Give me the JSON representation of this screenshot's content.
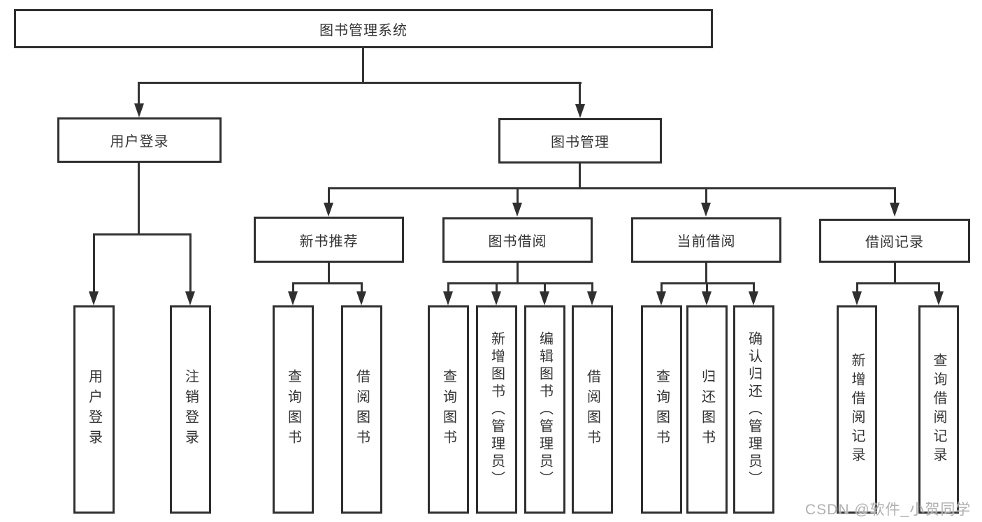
{
  "title": {
    "label": "图书管理系统"
  },
  "nodes": {
    "user_login": {
      "label": "用户登录"
    },
    "book_mgmt": {
      "label": "图书管理"
    },
    "new_book_rec": {
      "label": "新书推荐"
    },
    "book_borrow": {
      "label": "图书借阅"
    },
    "current_borrow": {
      "label": "当前借阅"
    },
    "borrow_record": {
      "label": "借阅记录"
    },
    "leaf_user_login": {
      "label": "用户登录"
    },
    "leaf_logout": {
      "label": "注销登录"
    },
    "leaf_nbr_query": {
      "label": "查询图书"
    },
    "leaf_nbr_borrow": {
      "label": "借阅图书"
    },
    "leaf_bb_query": {
      "label": "查询图书"
    },
    "leaf_bb_add": {
      "label": "新增图书（管理员）"
    },
    "leaf_bb_edit": {
      "label": "编辑图书（管理员）"
    },
    "leaf_bb_borrow": {
      "label": "借阅图书"
    },
    "leaf_cb_query": {
      "label": "查询图书"
    },
    "leaf_cb_return": {
      "label": "归还图书"
    },
    "leaf_cb_confirm": {
      "label": "确认归还（管理员）"
    },
    "leaf_br_add": {
      "label": "新增借阅记录"
    },
    "leaf_br_query": {
      "label": "查询借阅记录"
    }
  },
  "watermark": {
    "text": "CSDN @软件_小贺同学"
  },
  "colors": {
    "background": "#ffffff",
    "line": "#333333",
    "box_border": "#2f2f2f",
    "text": "#333333",
    "watermark": "#b0b0b0"
  }
}
